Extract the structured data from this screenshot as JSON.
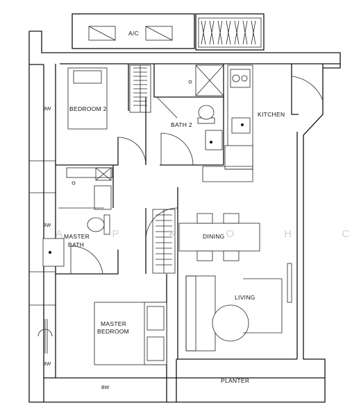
{
  "rooms": {
    "ac": "A/C",
    "bedroom2": "BEDROOM 2",
    "bath2": "BATH 2",
    "kitchen": "KITCHEN",
    "master_bath_1": "MASTER",
    "master_bath_2": "BATH",
    "dining": "DINING",
    "living": "LIVING",
    "master_bedroom_1": "MASTER",
    "master_bedroom_2": "BEDROOM",
    "planter": "PLANTER"
  },
  "bay_windows": {
    "bw1": "BW",
    "bw2": "BW",
    "bw3": "BW",
    "bw4": "BW"
  },
  "watermark": "A P K O H C W"
}
